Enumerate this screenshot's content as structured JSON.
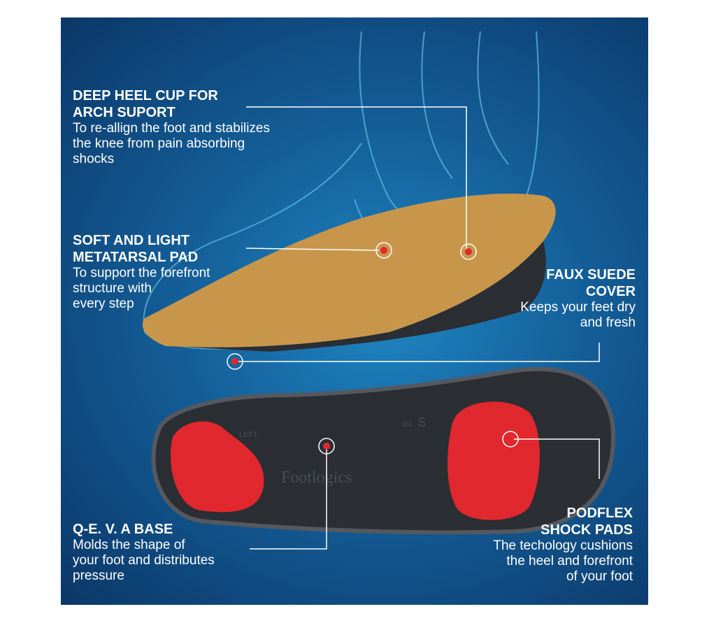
{
  "colors": {
    "panel": "#145e98",
    "suede": "#c8964a",
    "base": "#2b2e33",
    "pad": "#e0282e",
    "callout": "#ffffff"
  },
  "callouts": [
    {
      "title_1": "DEEP HEEL CUP FOR",
      "title_2": "ARCH SUPORT",
      "desc_1": "To re-allign the foot and stabilizes",
      "desc_2": "the knee from pain absorbing",
      "desc_3": "shocks"
    },
    {
      "title_1": "SOFT AND LIGHT",
      "title_2": "METATARSAL PAD",
      "desc_1": "To support the forefront",
      "desc_2": "structure with",
      "desc_3": "every step"
    },
    {
      "title_1": "FAUX SUEDE",
      "title_2": "COVER",
      "desc_1": "Keeps your feet dry",
      "desc_2": "and fresh"
    },
    {
      "title_1": "Q-E. V. A BASE",
      "desc_1": "Molds the shape of",
      "desc_2": "your foot and distributes",
      "desc_3": "pressure"
    },
    {
      "title_1": "PODFLEX",
      "title_2": "SHOCK PADS",
      "desc_1": "The techology cushions",
      "desc_2": "the heel and forefront",
      "desc_3": "of your foot"
    }
  ],
  "product": {
    "brand": "Footlogics",
    "side": "LEFT",
    "size": "S",
    "fit": "3/4"
  }
}
